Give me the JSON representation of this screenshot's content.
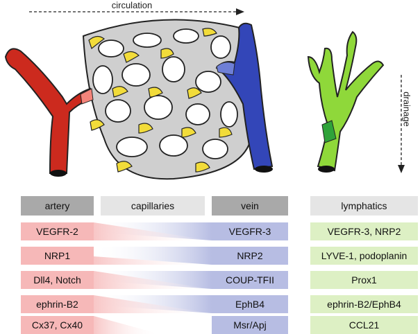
{
  "labels": {
    "circulation": "circulation",
    "drainage": "drainage"
  },
  "headers": {
    "artery": "artery",
    "capillaries": "capillaries",
    "vein": "vein",
    "lymphatics": "lymphatics"
  },
  "artery_markers": [
    "VEGFR-2",
    "NRP1",
    "Dll4, Notch",
    "ephrin-B2",
    "Cx37, Cx40"
  ],
  "vein_markers": [
    "VEGFR-3",
    "NRP2",
    "COUP-TFII",
    "EphB4",
    "Msr/Apj"
  ],
  "lymphatic_markers": [
    "VEGFR-3, NRP2",
    "LYVE-1, podoplanin",
    "Prox1",
    "ephrin-B2/EphB4",
    "CCL21"
  ],
  "colors": {
    "artery": "#cc2a1e",
    "vein": "#3346b8",
    "lymph": "#8fd83a",
    "pericyte": "#f2dc3a",
    "capillary": "#cfcfcf",
    "header_dark": "#a9a9a9",
    "header_light": "#e5e5e5",
    "artery_cell": "#f6b8b8",
    "vein_cell": "#b7bde3",
    "lymph_cell": "#ddf0c4"
  }
}
